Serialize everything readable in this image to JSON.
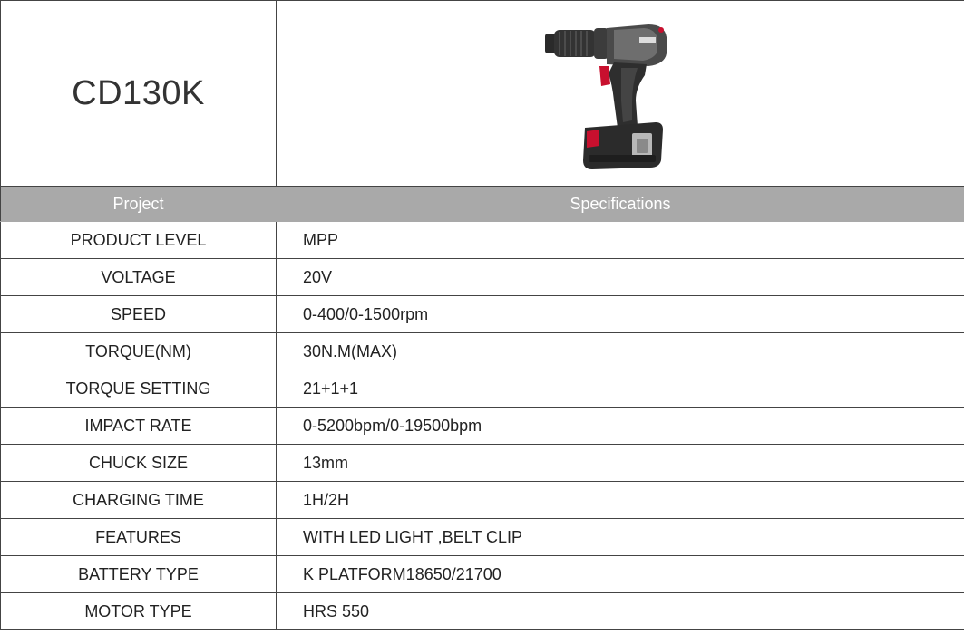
{
  "header": {
    "model": "CD130K",
    "product_image": "cordless-drill-image"
  },
  "table": {
    "columns": [
      "Project",
      "Specifications"
    ],
    "rows": [
      {
        "label": "PRODUCT LEVEL",
        "value": "MPP"
      },
      {
        "label": "VOLTAGE",
        "value": "20V"
      },
      {
        "label": "SPEED",
        "value": "0-400/0-1500rpm"
      },
      {
        "label": "TORQUE(NM)",
        "value": "30N.M(MAX)"
      },
      {
        "label": "TORQUE SETTING",
        "value": "21+1+1"
      },
      {
        "label": "IMPACT RATE",
        "value": "0-5200bpm/0-19500bpm"
      },
      {
        "label": "CHUCK SIZE",
        "value": "13mm"
      },
      {
        "label": "CHARGING TIME",
        "value": "1H/2H"
      },
      {
        "label": "FEATURES",
        "value": "WITH LED LIGHT ,BELT CLIP"
      },
      {
        "label": "BATTERY TYPE",
        "value": "K PLATFORM18650/21700"
      },
      {
        "label": "MOTOR TYPE",
        "value": "HRS 550"
      }
    ]
  },
  "colors": {
    "header_bg": "#a9a9a9",
    "border": "#444444",
    "accent_red": "#c8102e"
  }
}
